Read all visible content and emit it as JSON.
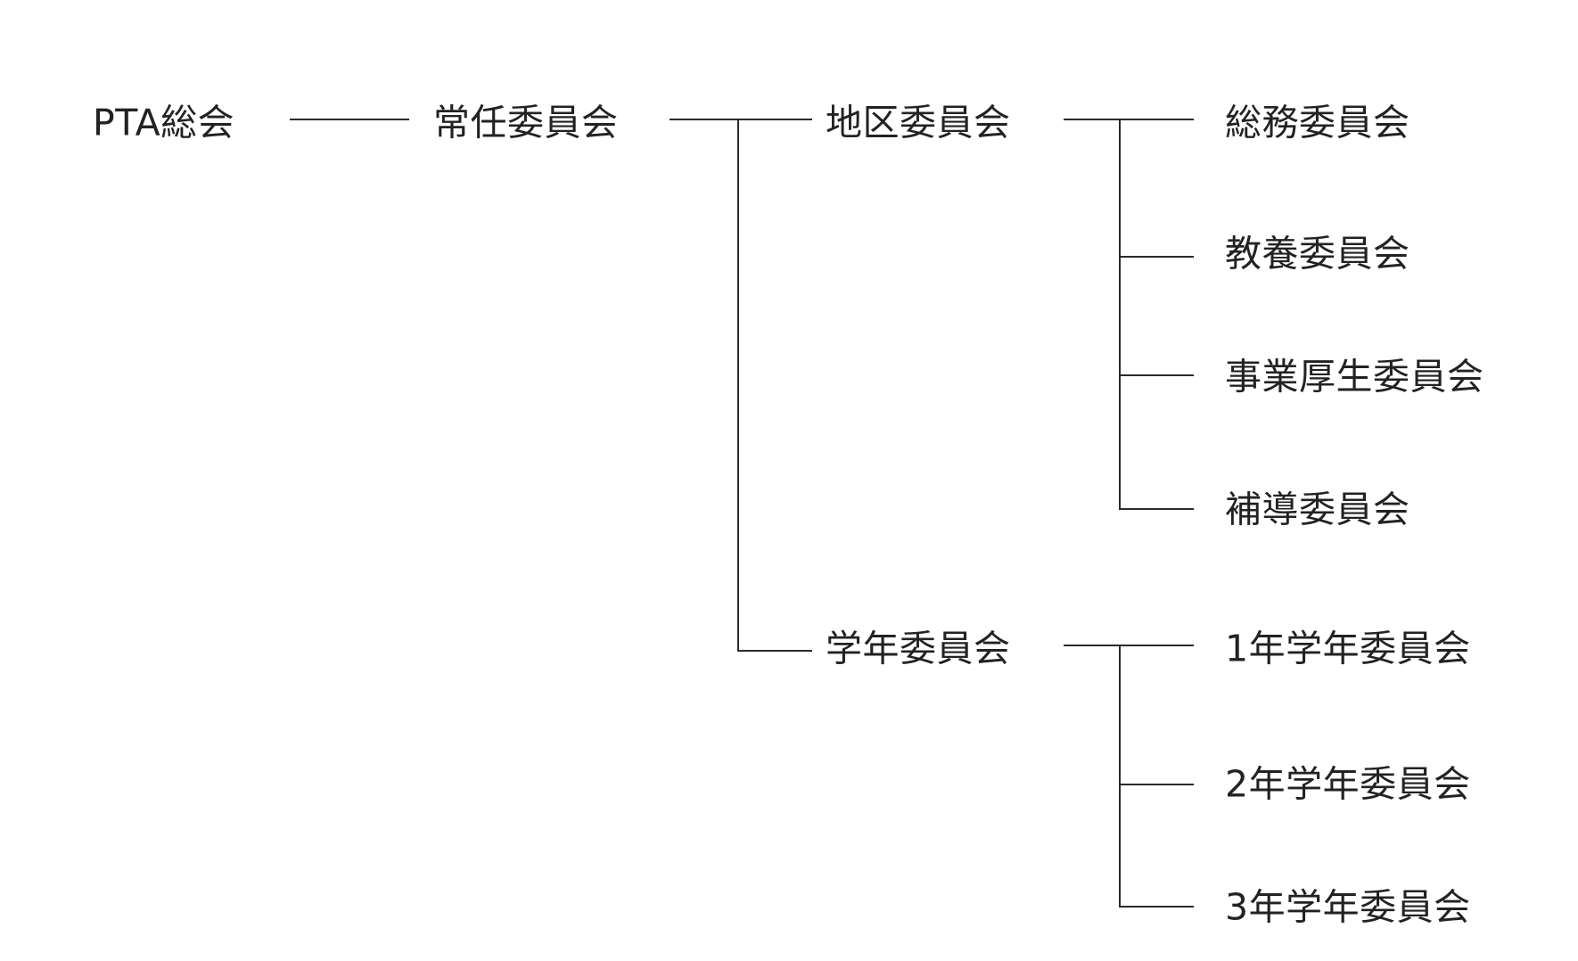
{
  "diagram": {
    "root": "PTA総会",
    "level1": "常任委員会",
    "district": {
      "label": "地区委員会",
      "children": [
        "総務委員会",
        "教養委員会",
        "事業厚生委員会",
        "補導委員会"
      ]
    },
    "grade": {
      "label": "学年委員会",
      "children": [
        "1年学年委員会",
        "2年学年委員会",
        "3年学年委員会"
      ]
    }
  }
}
